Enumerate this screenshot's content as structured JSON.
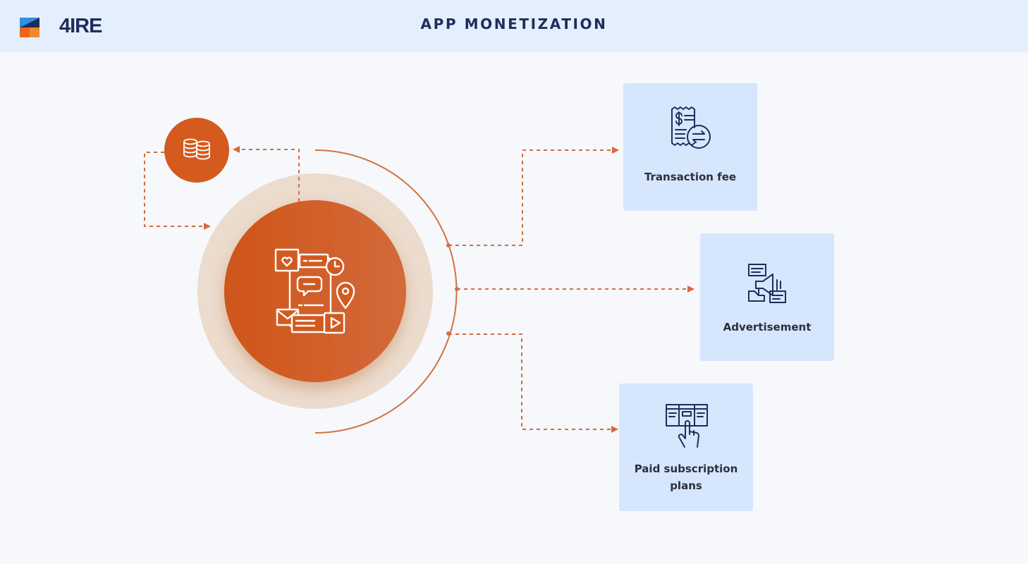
{
  "header": {
    "logo_text": "4IRE",
    "title": "APP MONETIZATION"
  },
  "diagram": {
    "center_icon": "mobile-app-icon",
    "secondary_icon": "coins-stack-icon",
    "cards": [
      {
        "label": "Transaction fee",
        "icon": "receipt-exchange-icon"
      },
      {
        "label": "Advertisement",
        "icon": "megaphone-ad-icon"
      },
      {
        "label": "Paid subscription plans",
        "icon": "subscription-plan-icon"
      }
    ]
  },
  "colors": {
    "accent": "#d25a20",
    "accent_light": "#e9d4c3",
    "card_bg": "#d6e6fd",
    "header_bg": "#e4effd",
    "navy": "#1f2d5c"
  }
}
